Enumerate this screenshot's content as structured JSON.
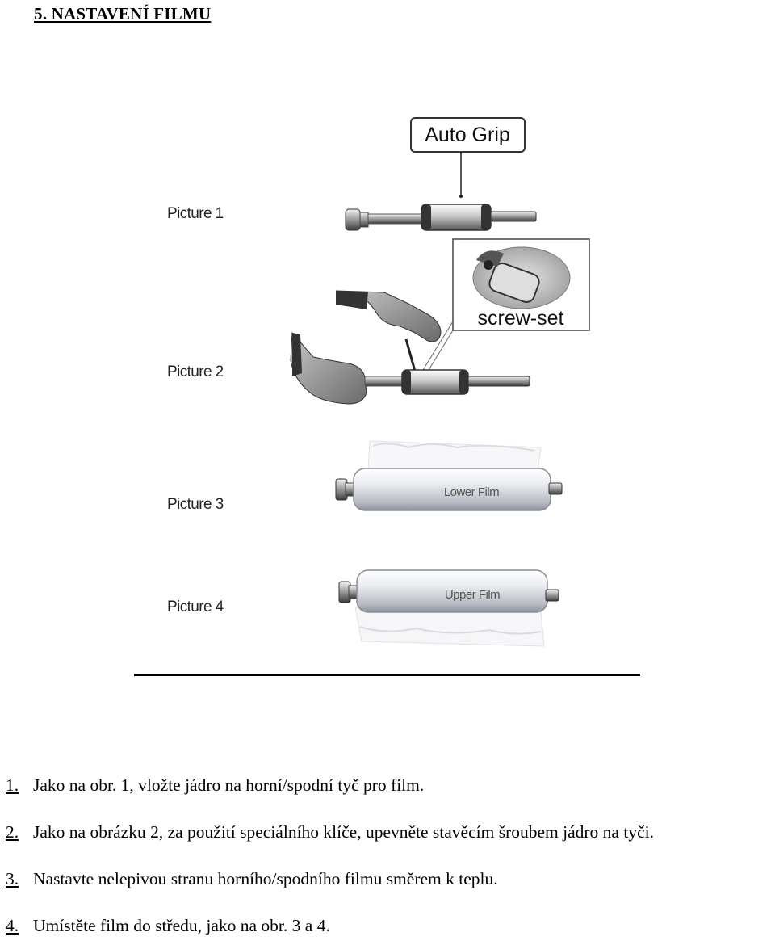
{
  "heading": "5. NASTAVENÍ FILMU",
  "figure": {
    "callouts": {
      "auto_grip": "Auto Grip",
      "screw_set": "screw-set"
    },
    "picture_labels": [
      "Picture 1",
      "Picture 2",
      "Picture 3",
      "Picture 4"
    ],
    "roll_labels": {
      "lower": "Lower Film",
      "upper": "Upper Film"
    }
  },
  "steps": [
    {
      "num": "1.",
      "text": "Jako na obr. 1, vložte jádro na horní/spodní tyč pro film."
    },
    {
      "num": "2.",
      "text": "Jako na obrázku 2, za použití speciálního klíče, upevněte stavěcím šroubem jádro na tyči."
    },
    {
      "num": "3.",
      "text": "Nastavte nelepivou stranu horního/spodního filmu směrem k teplu."
    },
    {
      "num": "4.",
      "text": "Umístěte film do středu, jako na obr. 3 a 4."
    }
  ]
}
